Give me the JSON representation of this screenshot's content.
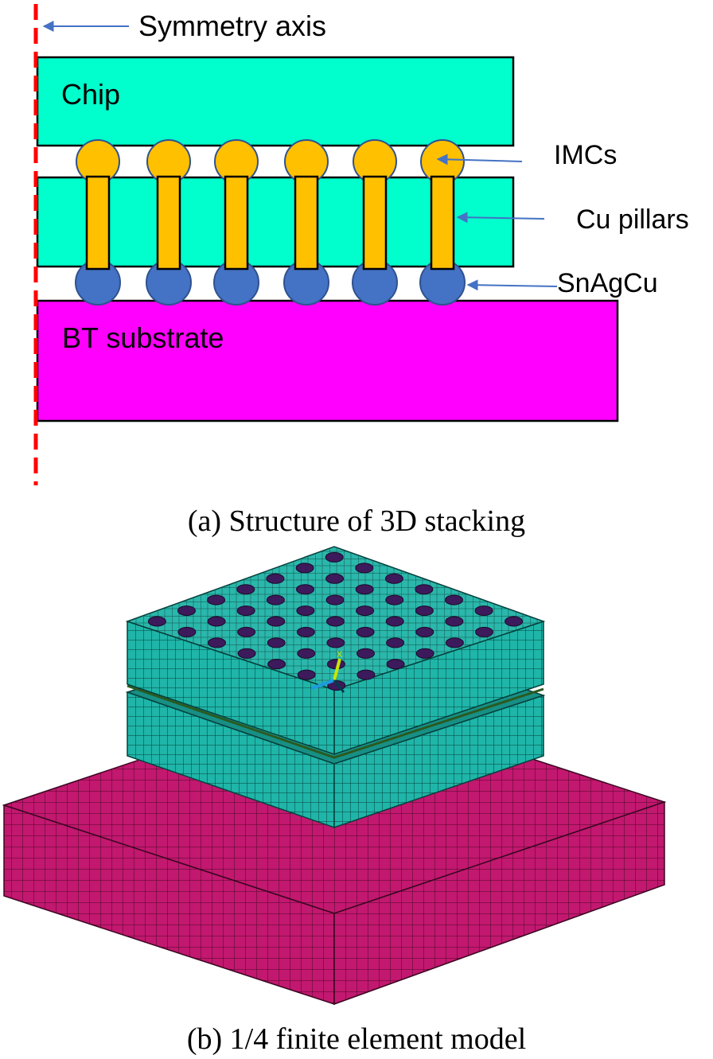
{
  "panel_a": {
    "symmetry_label": "Symmetry axis",
    "chip_label": "Chip",
    "imcs_label": "IMCs",
    "cu_pillars_label": "Cu pillars",
    "snagcu_label": "SnAgCu",
    "substrate_label": "BT substrate",
    "caption": "(a) Structure of 3D stacking",
    "bump_count": 6
  },
  "panel_b": {
    "caption": "(b) 1/4 finite element model",
    "axis_glyph": "X"
  },
  "colors": {
    "chip": "#00ffcc",
    "pillar": "#ffc000",
    "solder": "#4472c4",
    "substrate": "#ff00ff",
    "axis_line": "#ff0000",
    "arrow": "#4472c4",
    "mesh_chip": "#1fb5a8",
    "mesh_substrate": "#c2186f"
  }
}
